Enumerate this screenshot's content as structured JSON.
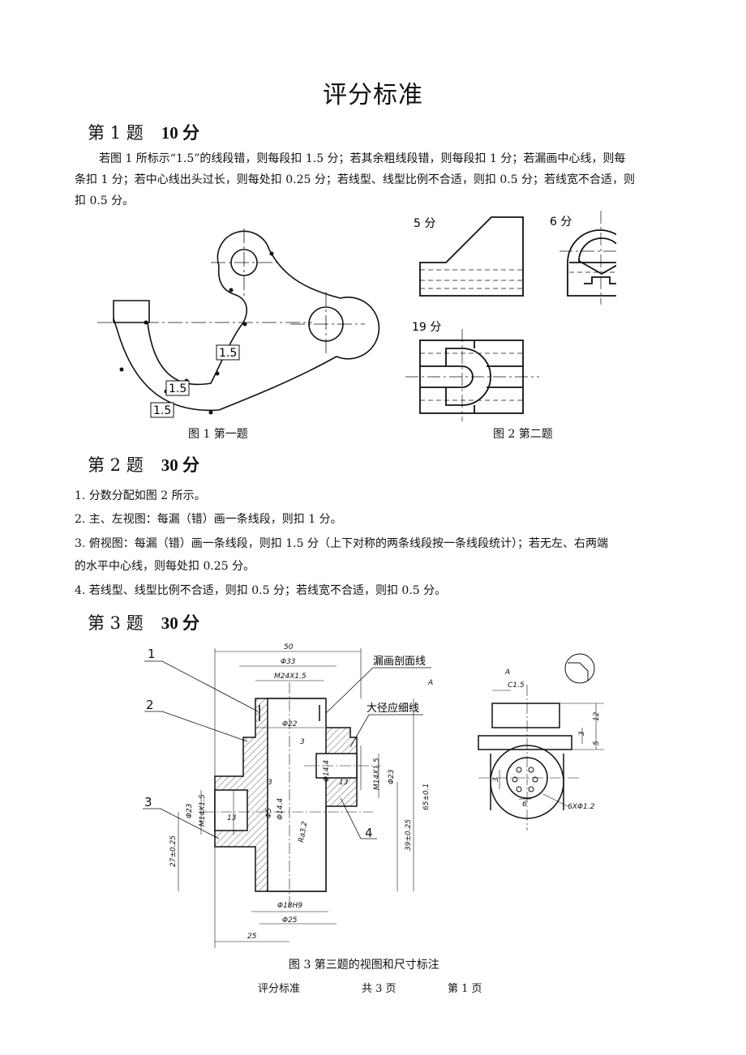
{
  "title": "评分标准",
  "q1": {
    "heading": "第 1 题",
    "score": "10 分",
    "text1": "若图 1 所标示“1.5”的线段错，则每段扣 1.5 分；若其余粗线段错，则每段扣 1 分；若漏画中心线，则每",
    "text2": "条扣 1 分；若中心线出头过长，则每处扣 0.25 分；若线型、线型比例不合适，则扣 0.5 分；若线宽不合适，则",
    "text3": "扣 0.5 分。"
  },
  "fig1": {
    "labels": [
      "1.5",
      "1.5",
      "1.5"
    ],
    "caption": "图 1  第一题"
  },
  "fig2": {
    "score_a": "5 分",
    "score_b": "6 分",
    "score_c": "19 分",
    "caption": "图 2 第二题"
  },
  "q2": {
    "heading": "第 2 题",
    "score": "30 分",
    "item1": "1. 分数分配如图 2 所示。",
    "item2": "2. 主、左视图：每漏（错）画一条线段，则扣 1 分。",
    "item3a": "3.   俯视图：每漏（错）画一条线段，则扣 1.5 分（上下对称的两条线段按一条线段统计）；若无左、右两端",
    "item3b": "的水平中心线，则每处扣 0.25 分。",
    "item4": "4. 若线型、线型比例不合适，则扣 0.5 分；若线宽不合适，则扣 0.5 分。"
  },
  "q3": {
    "heading": "第 3 题",
    "score": "30 分"
  },
  "fig3": {
    "callouts": [
      "1",
      "2",
      "3",
      "4"
    ],
    "note_hatch": "漏画剖面线",
    "note_thin": "大径应细线",
    "dims": {
      "d50": "50",
      "d33": "Φ33",
      "m24": "M24X1.5",
      "d22": "Φ22",
      "d3a": "3",
      "d14a": "Φ14.4",
      "d13a": "13",
      "m14a": "M14X1.5",
      "d23a": "Φ23",
      "d65": "65±0.1",
      "d3b": "3",
      "d23b": "Φ23",
      "m14b": "M14X1.5",
      "d5": "Φ5",
      "d14b": "Φ14.4",
      "d13b": "13",
      "ra": "Ra3.2",
      "d27": "27±0.25",
      "d39": "39±0.25",
      "d18": "Φ18H9",
      "d25": "Φ25",
      "d25b": "25",
      "c15": "C1.5",
      "viewA1": "A",
      "viewA2": "A",
      "d12": "12",
      "d3c": "3",
      "d5c": "5",
      "d3d": "3",
      "d6": "6",
      "holes": "6XΦ1.2"
    },
    "caption": "图 3 第三题的视图和尺寸标注"
  },
  "footer": {
    "left": "评分标准",
    "mid": "共 3 页",
    "right": "第  1  页"
  }
}
